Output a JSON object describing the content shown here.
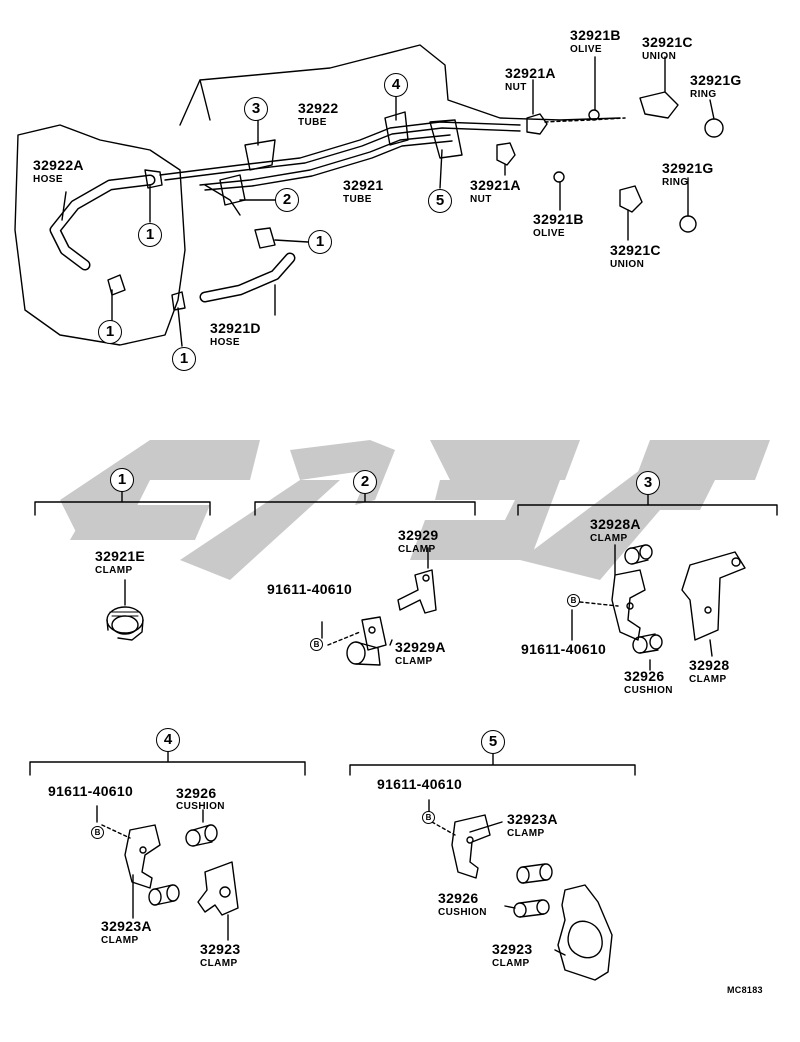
{
  "watermark_text": "ساوث",
  "top_assembly": {
    "callouts": {
      "ref_1": "1",
      "ref_2": "2",
      "ref_3": "3",
      "ref_4": "4",
      "ref_5": "5"
    },
    "parts": {
      "p32922A": {
        "number": "32922A",
        "name": "HOSE"
      },
      "p32922": {
        "number": "32922",
        "name": "TUBE"
      },
      "p32921": {
        "number": "32921",
        "name": "TUBE"
      },
      "p32921A_top": {
        "number": "32921A",
        "name": "NUT"
      },
      "p32921A_low": {
        "number": "32921A",
        "name": "NUT"
      },
      "p32921B_top": {
        "number": "32921B",
        "name": "OLIVE"
      },
      "p32921B_low": {
        "number": "32921B",
        "name": "OLIVE"
      },
      "p32921C_top": {
        "number": "32921C",
        "name": "UNION"
      },
      "p32921C_low": {
        "number": "32921C",
        "name": "UNION"
      },
      "p32921G_top": {
        "number": "32921G",
        "name": "RING"
      },
      "p32921G_low": {
        "number": "32921G",
        "name": "RING"
      },
      "p32921D": {
        "number": "32921D",
        "name": "HOSE"
      }
    }
  },
  "detail_groups": {
    "g1": {
      "ref": "1",
      "parts": {
        "a": {
          "number": "32921E",
          "name": "CLAMP"
        }
      }
    },
    "g2": {
      "ref": "2",
      "parts": {
        "a": {
          "number": "32929",
          "name": "CLAMP"
        },
        "b": {
          "number": "91611-40610",
          "name": ""
        },
        "c": {
          "number": "32929A",
          "name": "CLAMP"
        }
      }
    },
    "g3": {
      "ref": "3",
      "parts": {
        "a": {
          "number": "32928A",
          "name": "CLAMP"
        },
        "b": {
          "number": "91611-40610",
          "name": ""
        },
        "c": {
          "number": "32926",
          "name": "CUSHION"
        },
        "d": {
          "number": "32928",
          "name": "CLAMP"
        }
      }
    },
    "g4": {
      "ref": "4",
      "parts": {
        "a": {
          "number": "91611-40610",
          "name": ""
        },
        "b": {
          "number": "32926",
          "name": "CUSHION"
        },
        "c": {
          "number": "32923A",
          "name": "CLAMP"
        },
        "d": {
          "number": "32923",
          "name": "CLAMP"
        }
      }
    },
    "g5": {
      "ref": "5",
      "parts": {
        "a": {
          "number": "91611-40610",
          "name": ""
        },
        "b": {
          "number": "32923A",
          "name": "CLAMP"
        },
        "c": {
          "number": "32926",
          "name": "CUSHION"
        },
        "d": {
          "number": "32923",
          "name": "CLAMP"
        }
      }
    }
  },
  "bolt_symbol": "B",
  "drawing_code": "MC8183"
}
